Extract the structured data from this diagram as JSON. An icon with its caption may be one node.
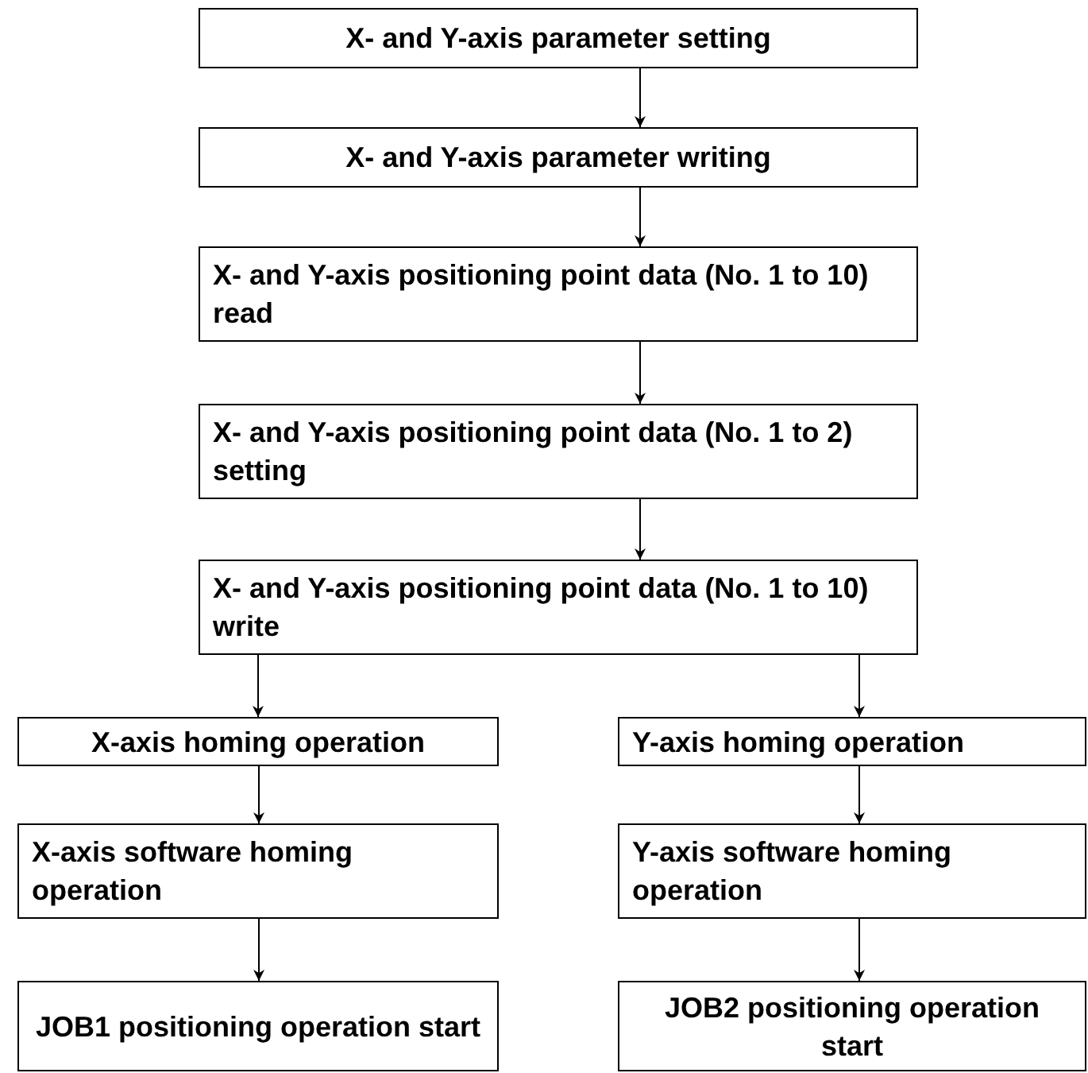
{
  "diagram": {
    "nodes": [
      {
        "text": [
          "X- and Y-axis parameter setting"
        ]
      },
      {
        "text": [
          "X- and Y-axis parameter writing"
        ]
      },
      {
        "text": [
          "X- and Y-axis positioning point data (No. 1 to 10) read"
        ]
      },
      {
        "text": [
          "X- and Y-axis positioning point data (No. 1 to 2) setting"
        ]
      },
      {
        "text": [
          "X- and Y-axis positioning point data (No. 1 to 10) write"
        ]
      },
      {
        "text": [
          "X-axis homing operation"
        ]
      },
      {
        "text": [
          "Y-axis homing operation"
        ]
      },
      {
        "text": [
          "X-axis software homing operation"
        ]
      },
      {
        "text": [
          "Y-axis software homing operation"
        ]
      },
      {
        "text": [
          "JOB1 positioning operation start"
        ]
      },
      {
        "text": [
          "JOB2 positioning operation start"
        ]
      }
    ],
    "edges": [
      {
        "from": 0,
        "to": 1,
        "arrow": "to"
      },
      {
        "from": 1,
        "to": 2,
        "arrow": "to"
      },
      {
        "from": 2,
        "to": 3,
        "arrow": "to"
      },
      {
        "from": 3,
        "to": 4,
        "arrow": "to"
      },
      {
        "from": 4,
        "to": 5,
        "arrow": "to"
      },
      {
        "from": 4,
        "to": 6,
        "arrow": "to"
      },
      {
        "from": 5,
        "to": 7,
        "arrow": "to"
      },
      {
        "from": 7,
        "to": 9,
        "arrow": "to"
      },
      {
        "from": 6,
        "to": 8,
        "arrow": "to"
      },
      {
        "from": 8,
        "to": 10,
        "arrow": "to"
      }
    ]
  }
}
